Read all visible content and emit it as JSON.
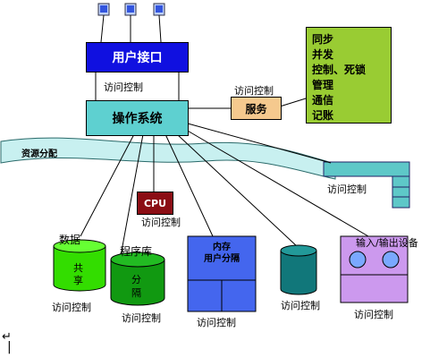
{
  "boxes": {
    "user_interface": "用户接口",
    "os": "操作系统",
    "service": "服务",
    "cpu": "CPU",
    "memory": "内存\n用户分隔"
  },
  "resource_band": "资源分配",
  "sync_panel": [
    "同步",
    "并发",
    "控制、死锁",
    "管理",
    "通信",
    "记账"
  ],
  "labels": {
    "ac_user": "访问控制",
    "ac_service": "访问控制",
    "ac_right": "访问控制",
    "ac_cpu": "访问控制",
    "ac_data": "访问控制",
    "ac_lib": "访问控制",
    "ac_mem": "访问控制",
    "ac_disk": "访问控制",
    "ac_io": "访问控制"
  },
  "data_cyl": {
    "title": "数据",
    "line1": "共",
    "line2": "享"
  },
  "lib_cyl": {
    "title": "程序库",
    "line1": "分",
    "line2": "隔"
  },
  "io_device": "输入/输出设备",
  "colors": {
    "user_box": "#1010e0",
    "os_box": "#5ed0d0",
    "service_box": "#f5c98e",
    "sync_box": "#99cc33",
    "cpu_box": "#8b0d14",
    "data_cyl": "#33dd00",
    "lib_cyl": "#119911",
    "mem_box": "#4466ee",
    "disk_cyl": "#11777a",
    "io_box": "#cc99ee",
    "right_bar": "#5ec8c8",
    "band": "#c8f0f0"
  }
}
